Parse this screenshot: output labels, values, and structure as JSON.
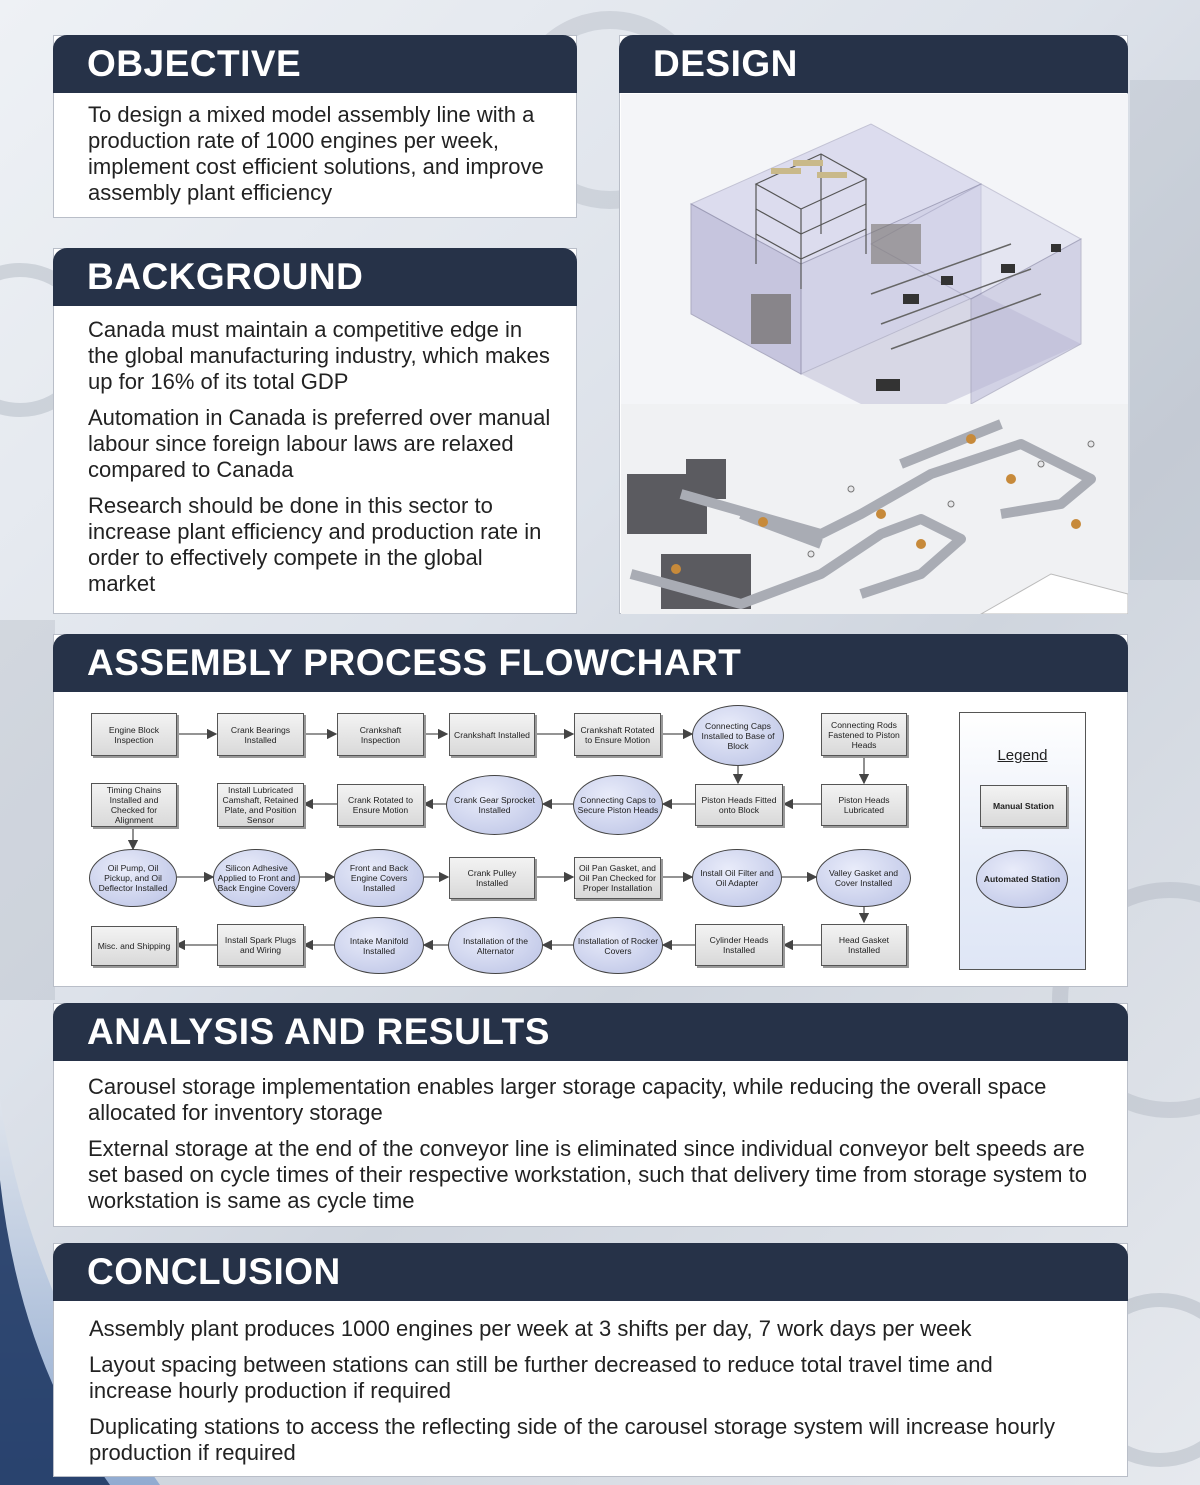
{
  "sections": {
    "objective": {
      "title": "OBJECTIVE",
      "text": "To design a mixed model assembly line with a production rate of 1000 engines per week, implement cost efficient solutions, and improve assembly plant efficiency"
    },
    "background": {
      "title": "BACKGROUND",
      "paragraphs": [
        "Canada must maintain a competitive edge in the global manufacturing industry, which makes up for 16% of its total GDP",
        "Automation in Canada is preferred over manual labour since foreign labour laws are relaxed compared to Canada",
        "Research should be done in this sector to increase plant efficiency and production rate in order to effectively compete in the global market"
      ]
    },
    "design": {
      "title": "DESIGN"
    },
    "flowchart": {
      "title": "ASSEMBLY PROCESS FLOWCHART",
      "nodes": [
        "Engine Block Inspection",
        "Crank Bearings Installed",
        "Crankshaft Inspection",
        "Crankshaft Installed",
        "Crankshaft Rotated to Ensure Motion",
        "Connecting Caps Installed to Base of Block",
        "Connecting Rods Fastened to Piston Heads",
        "Piston Heads Lubricated",
        "Piston Heads Fitted onto Block",
        "Connecting Caps to Secure Piston Heads",
        "Crank Gear Sprocket Installed",
        "Crank Rotated to Ensure Motion",
        "Install Lubricated Camshaft, Retained Plate, and Position Sensor",
        "Timing Chains Installed and Checked for Alignment",
        "Oil Pump, Oil Pickup, and Oil Deflector Installed",
        "Silicon Adhesive Applied to Front and Back Engine Covers",
        "Front and Back Engine Covers Installed",
        "Crank Pulley Installed",
        "Oil Pan Gasket, and Oil Pan Checked for Proper Installation",
        "Install Oil Filter and Oil Adapter",
        "Valley Gasket and Cover Installed",
        "Head Gasket Installed",
        "Cylinder Heads Installed",
        "Installation of Rocker Covers",
        "Installation of the Alternator",
        "Intake Manifold Installed",
        "Install Spark Plugs and Wiring",
        "Misc. and Shipping"
      ],
      "legend": {
        "title": "Legend",
        "manual": "Manual Station",
        "automated": "Automated Station"
      }
    },
    "analysis": {
      "title": "ANALYSIS AND RESULTS",
      "paragraphs": [
        "Carousel storage implementation enables larger storage capacity, while reducing the overall space allocated for inventory storage",
        "External storage at the end of the conveyor line is eliminated since individual conveyor belt speeds are set based on cycle times of their respective workstation, such that delivery time from storage system to workstation is same as cycle time"
      ]
    },
    "conclusion": {
      "title": "CONCLUSION",
      "paragraphs": [
        "Assembly plant produces 1000 engines per week at 3 shifts per day, 7 work days per week",
        "Layout spacing between stations can still be further decreased to reduce total travel time and increase hourly production if required",
        "Duplicating stations to access the reflecting side of the carousel storage system will increase hourly production if required"
      ]
    }
  },
  "colors": {
    "header": "#263248",
    "manual_station": "#d9d9d9",
    "automated_station": "#b9c1e4"
  }
}
